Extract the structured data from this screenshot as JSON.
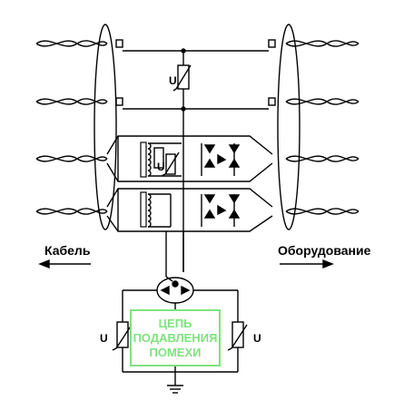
{
  "labels": {
    "cable": "Кабель",
    "equipment": "Оборудование",
    "varistor_symbol": "U",
    "filter_line1": "ЦЕПЬ",
    "filter_line2": "ПОДАВЛЕНИЯ",
    "filter_line3": "ПОМЕХИ"
  },
  "colors": {
    "lines": "#000000",
    "filter_box": "#7ee37e"
  }
}
